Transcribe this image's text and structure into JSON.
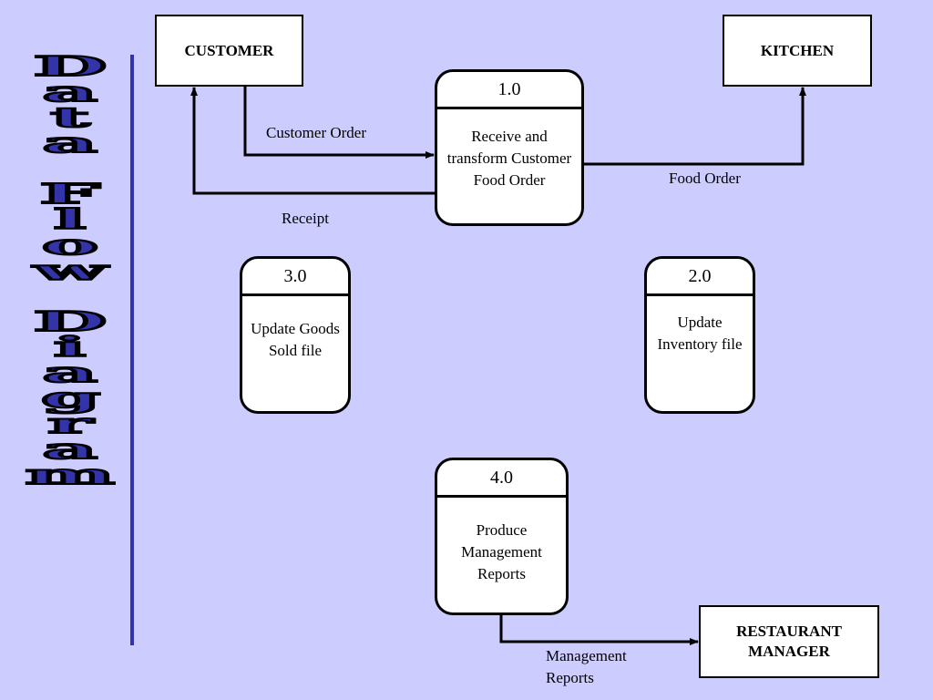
{
  "side_title": {
    "words": [
      [
        "D",
        "a",
        "t",
        "a"
      ],
      [
        "F",
        "l",
        "o",
        "w"
      ],
      [
        "D",
        "i",
        "a",
        "g",
        "r",
        "a",
        "m"
      ]
    ]
  },
  "entities": {
    "customer": "CUSTOMER",
    "kitchen": "KITCHEN",
    "manager": "RESTAURANT MANAGER"
  },
  "processes": {
    "p1": {
      "id": "1.0",
      "label": "Receive and transform Customer Food Order"
    },
    "p2": {
      "id": "2.0",
      "label": "Update Inventory file"
    },
    "p3": {
      "id": "3.0",
      "label": "Update Goods Sold file"
    },
    "p4": {
      "id": "4.0",
      "label": "Produce Management Reports"
    }
  },
  "flows": {
    "customer_order": "Customer Order",
    "receipt": "Receipt",
    "food_order": "Food Order",
    "management_reports": "Management Reports"
  },
  "colors": {
    "background": "#ccccff",
    "accent": "#3333aa"
  }
}
